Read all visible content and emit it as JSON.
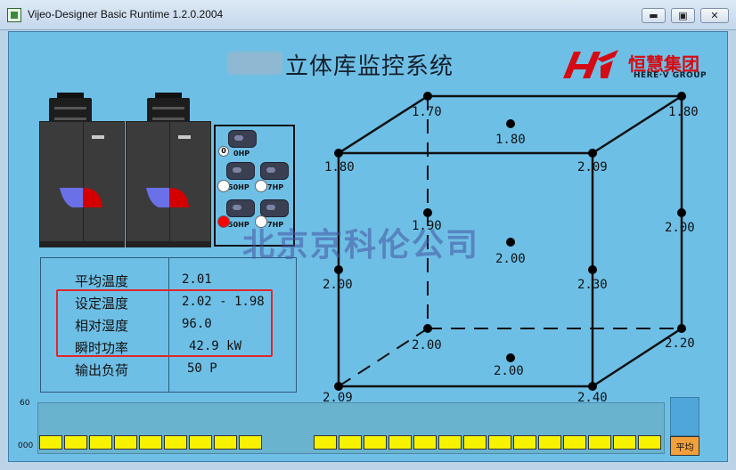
{
  "window": {
    "title": "Vijeo-Designer Basic Runtime 1.2.0.2004",
    "minimize_glyph": "▬",
    "maximize_glyph": "▣",
    "close_glyph": "✕"
  },
  "header": {
    "title": "立体库监控系统",
    "logo_cn": "恒慧集团",
    "logo_en": "HERE·V GROUP",
    "brand_color": "#d40b12"
  },
  "compressors": [
    {
      "label": "0HP",
      "indicator_text": "0",
      "indicator_color": "#ffffff"
    },
    {
      "label": "50HP",
      "indicator_text": "",
      "indicator_color": "#ffffff"
    },
    {
      "label": "7HP",
      "indicator_text": "",
      "indicator_color": "#ffffff"
    },
    {
      "label": "50HP",
      "indicator_text": "",
      "indicator_color": "#ff0000"
    },
    {
      "label": "7HP",
      "indicator_text": "",
      "indicator_color": "#ffffff"
    }
  ],
  "info": {
    "rows": [
      {
        "label": "平均温度",
        "value": "2.01"
      },
      {
        "label": "设定温度",
        "value": "2.02 - 1.98"
      },
      {
        "label": "相对湿度",
        "value": "96.0"
      },
      {
        "label": "瞬时功率",
        "value": "42.9 kW"
      },
      {
        "label": "输出负荷",
        "value": "50 P"
      }
    ]
  },
  "cube": {
    "points": [
      "1.70",
      "1.80",
      "1.80",
      "1.80",
      "2.09",
      "1.90",
      "2.00",
      "2.00",
      "2.00",
      "2.30",
      "2.00",
      "2.20",
      "2.00",
      "2.09",
      "2.40"
    ]
  },
  "watermark": "北京京科伦公司",
  "bars": {
    "scale_top": "60",
    "scale_bottom": "000",
    "avg_label": "平均",
    "cell_color": "#f7f200"
  }
}
